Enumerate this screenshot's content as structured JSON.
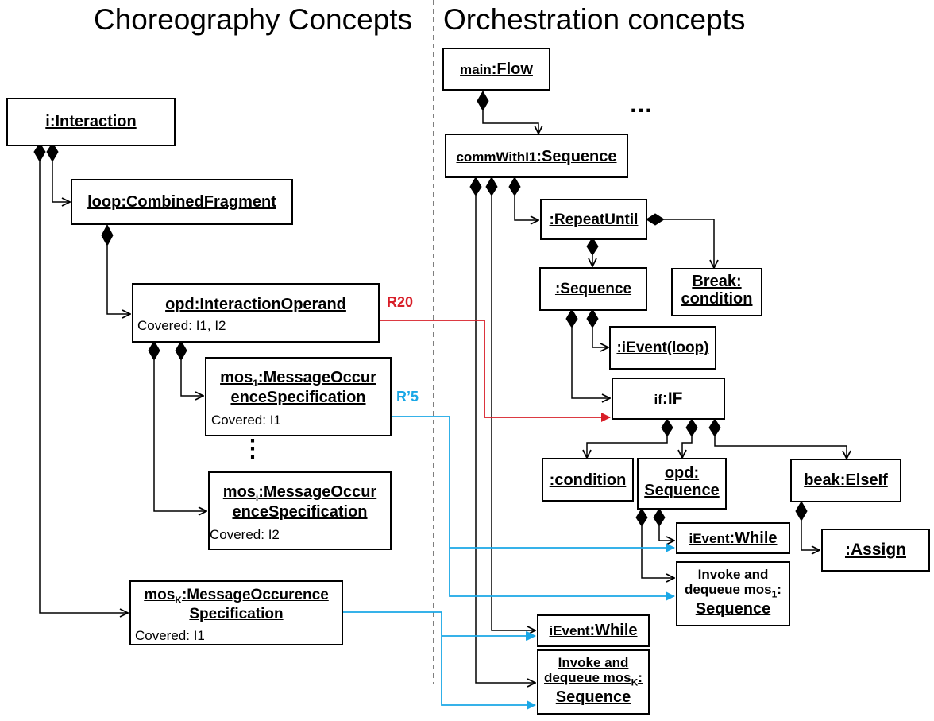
{
  "headings": {
    "left": "Choreography Concepts",
    "right": "Orchestration concepts"
  },
  "boxes": {
    "interaction": {
      "title": "i:Interaction"
    },
    "loop": {
      "title": "loop:CombinedFragment"
    },
    "opd": {
      "title": "opd:InteractionOperand",
      "covered": "Covered: I1, I2"
    },
    "mos1": {
      "prefix": "mos",
      "sub": "1",
      "rest": ":MessageOccur",
      "line2": "enceSpecification",
      "covered": "Covered: I1"
    },
    "mosi": {
      "prefix": "mos",
      "sub": "i",
      "rest": ":MessageOccur",
      "line2": "enceSpecification",
      "covered": "Covered: I2"
    },
    "mosk": {
      "prefix": "mos",
      "sub": "K",
      "rest": ":MessageOccurence",
      "line2": "Specification",
      "covered": "Covered: I1"
    },
    "mainflow": {
      "pre": "main",
      "main": ":Flow"
    },
    "comm": {
      "pre": "commWithI1",
      "main": ":Sequence"
    },
    "repeat": {
      "title": ":RepeatUntil"
    },
    "seq": {
      "title": ":Sequence"
    },
    "brk": {
      "line1": "Break:",
      "line2": "condition"
    },
    "ievloop": {
      "title": ":iEvent(loop)"
    },
    "iff": {
      "pre": "if",
      "main": ":IF"
    },
    "cond": {
      "title": ":condition"
    },
    "opdseq": {
      "line1": "opd:",
      "line2": "Sequence"
    },
    "elseif": {
      "title": "beak:ElseIf"
    },
    "iewhile1": {
      "pre": "iEvent",
      "main": ":While"
    },
    "assign": {
      "title": ":Assign"
    },
    "inv1": {
      "line1": "Invoke and",
      "line2pre": "dequeue mos",
      "line2sub": "1",
      "line2post": ":",
      "line3": "Sequence"
    },
    "iewhile2": {
      "pre": "iEvent",
      "main": ":While"
    },
    "invk": {
      "line1": "Invoke and",
      "line2pre": "dequeue mos",
      "line2sub": "K",
      "line2post": ":",
      "line3": "Sequence"
    }
  },
  "ellipsis": {
    "vertical": "⋮",
    "horizontal": "…"
  },
  "mappings": {
    "r20": "R20",
    "r5": "R’5"
  },
  "colors": {
    "r20": "#d81e28",
    "r5": "#1aa7e6",
    "divider": "#555555",
    "line": "#000000"
  }
}
